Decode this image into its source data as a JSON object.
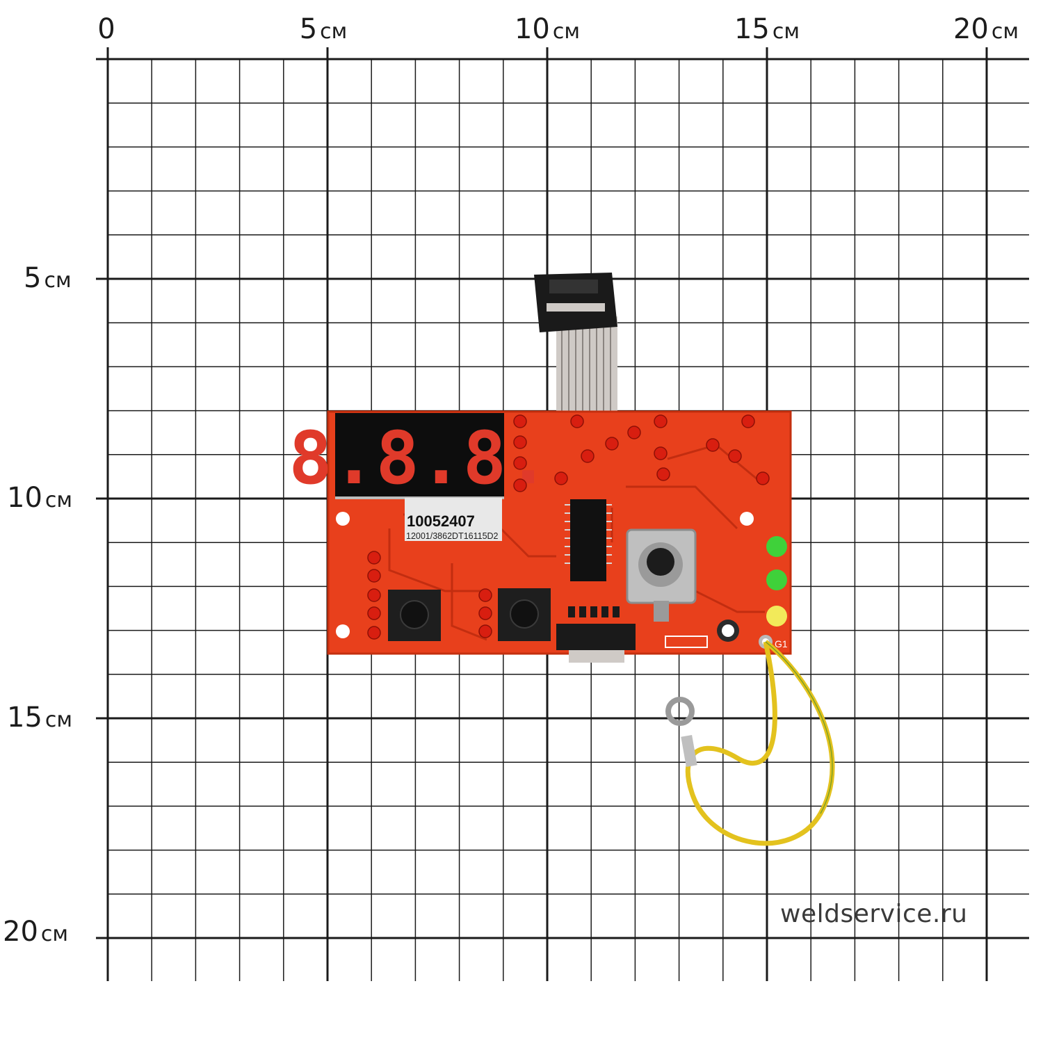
{
  "scale": {
    "top_labels": [
      {
        "num": "0",
        "unit": ""
      },
      {
        "num": "5",
        "unit": "см"
      },
      {
        "num": "10",
        "unit": "см"
      },
      {
        "num": "15",
        "unit": "см"
      },
      {
        "num": "20",
        "unit": "см"
      }
    ],
    "left_labels": [
      {
        "num": "5",
        "unit": "см"
      },
      {
        "num": "10",
        "unit": "см"
      },
      {
        "num": "15",
        "unit": "см"
      },
      {
        "num": "20",
        "unit": "см"
      }
    ]
  },
  "board": {
    "display_digits": "8.8.8.",
    "label_code": "10052407",
    "label_serial": "12001/3862DT16115D2",
    "ground_marker": "G1",
    "colors": {
      "pcb": "#e8401c",
      "led_red": "#d81e10",
      "led_green": "#3fd13a",
      "led_yellow": "#f2ea5a",
      "wire": "#e3c21e",
      "grid": "#1a1a1a"
    }
  },
  "watermark": {
    "text": "weldservice.ru"
  }
}
